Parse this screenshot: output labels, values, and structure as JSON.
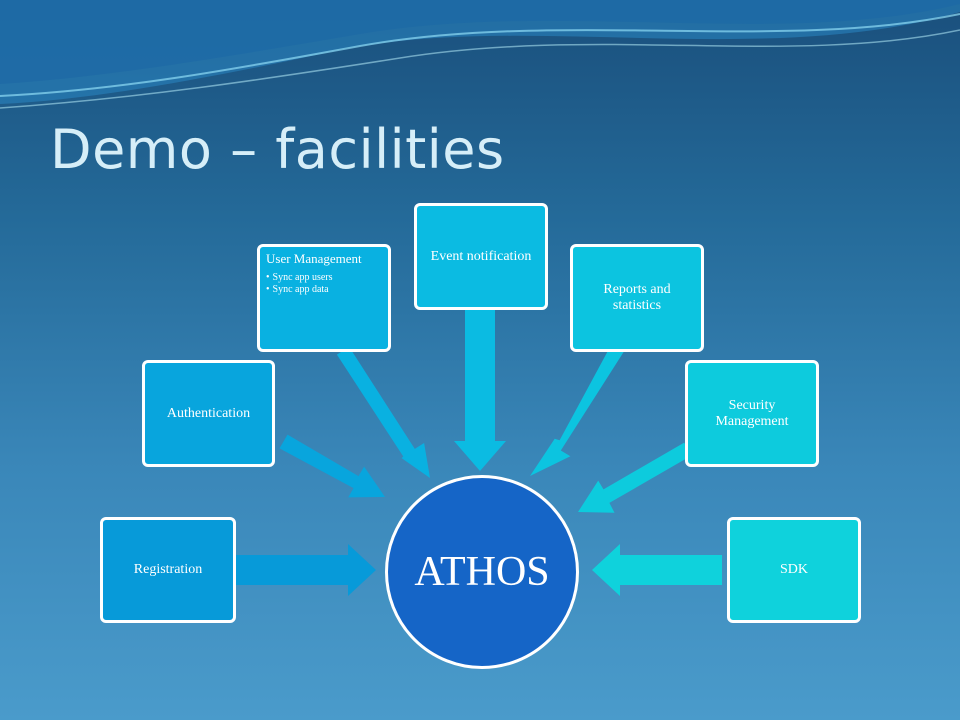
{
  "slide": {
    "title": "Demo – facilities"
  },
  "diagram": {
    "hub": {
      "label": "ATHOS",
      "color": "#1565c7"
    },
    "nodes": [
      {
        "id": "registration",
        "label": "Registration",
        "direction": "to-hub",
        "color": "#079ad9"
      },
      {
        "id": "authentication",
        "label": "Authentication",
        "direction": "to-hub",
        "color": "#08a5dd"
      },
      {
        "id": "user-management",
        "label": "User Management",
        "bullets": [
          "Sync app users",
          "Sync app data"
        ],
        "direction": "to-hub",
        "color": "#09b1e1"
      },
      {
        "id": "event-notification",
        "label": "Event notification",
        "direction": "to-hub",
        "color": "#0bbbe2"
      },
      {
        "id": "reports-and-statistics",
        "label": "Reports and statistics",
        "direction": "to-hub",
        "color": "#0cc4e0"
      },
      {
        "id": "security-management",
        "label": "Security Management",
        "direction": "to-hub",
        "color": "#0dcbdd"
      },
      {
        "id": "sdk",
        "label": "SDK",
        "direction": "from-hub",
        "color": "#0fd2dc"
      }
    ]
  }
}
